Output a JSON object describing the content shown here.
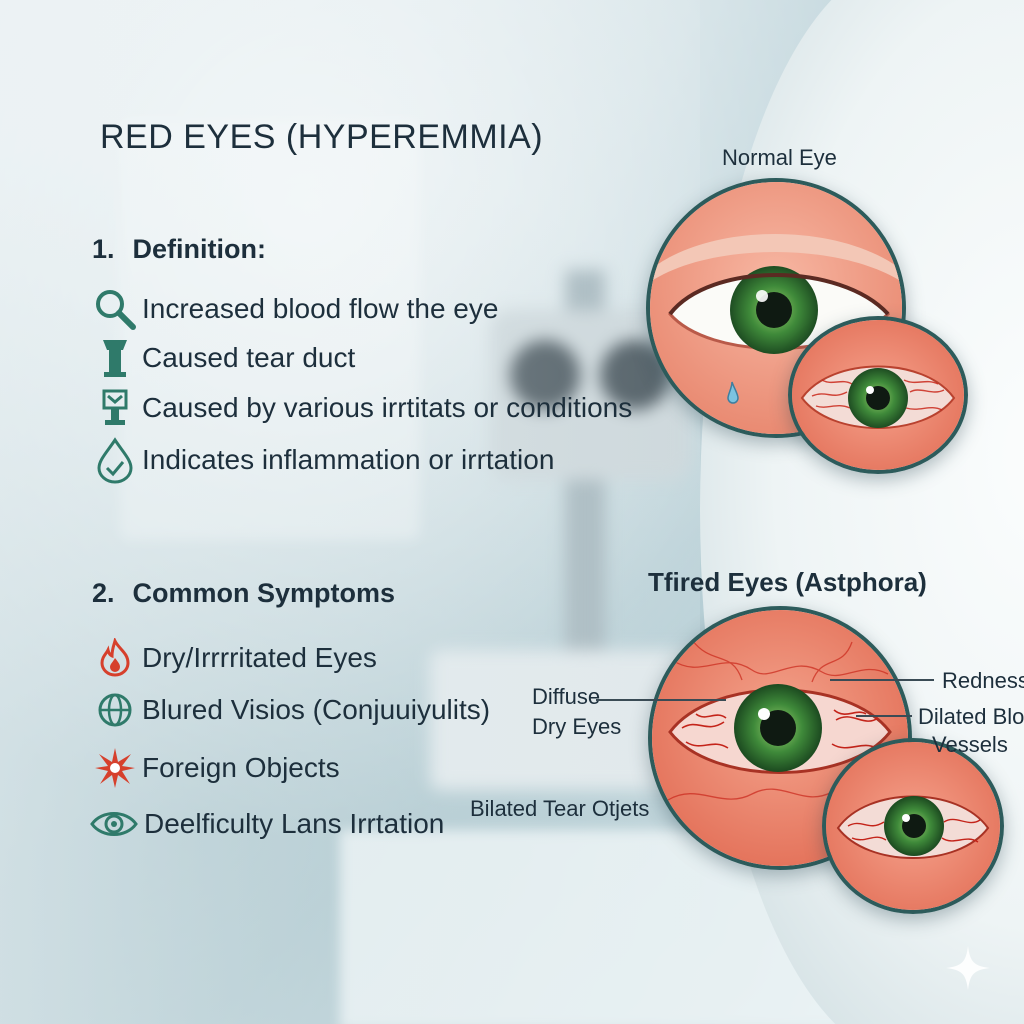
{
  "title": "RED EYES (HYPEREMMIA)",
  "section1": {
    "number": "1.",
    "heading": "Definition:",
    "items": [
      {
        "icon": "magnifier-icon",
        "text": "Increased blood flow the eye"
      },
      {
        "icon": "tear-duct-icon",
        "text": "Caused tear duct"
      },
      {
        "icon": "trophy-icon",
        "text": "Caused by various irrtitats or conditions"
      },
      {
        "icon": "drop-check-icon",
        "text": "Indicates inflammation  or irrtation"
      }
    ]
  },
  "section2": {
    "number": "2.",
    "heading": "Common Symptoms",
    "items": [
      {
        "icon": "flame-icon",
        "text": "Dry/Irrrritated Eyes"
      },
      {
        "icon": "globe-icon",
        "text": "Blured Visios (Conjuuiyulits)"
      },
      {
        "icon": "splat-icon",
        "text": "Foreign Objects"
      },
      {
        "icon": "eye-icon",
        "text": "Deelficulty Lans Irrtation"
      }
    ]
  },
  "illustrations": {
    "normal_eye_label": "Normal Eye",
    "tired_eyes_label": "Tfired Eyes (Astphora)",
    "annotations": {
      "diffuse": "Diffuse",
      "dry_eyes": "Dry Eyes",
      "redness": "Redness",
      "dilated_blood": "Dilated Blood",
      "vessels": "Vessels",
      "bilated": "Bilated Tear Otjets"
    }
  },
  "colors": {
    "text": "#1d2f3c",
    "accent_teal": "#2f7a6a",
    "accent_red": "#d6402c",
    "iris_green": "#3f8a3a",
    "ring": "#2d5b5b"
  }
}
